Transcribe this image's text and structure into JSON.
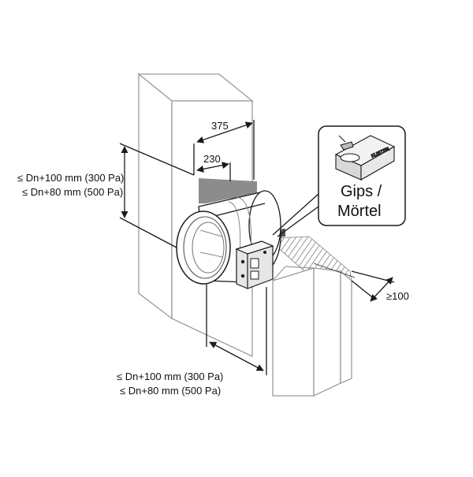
{
  "dimensions": {
    "top_outer": "375",
    "top_inner": "230",
    "left_line1": "≤ Dn+100 mm (300 Pa)",
    "left_line2": "≤ Dn+80 mm (500 Pa)",
    "bottom_line1": "≤ Dn+100 mm (300 Pa)",
    "bottom_line2": "≤ Dn+80 mm (500 Pa)",
    "right_gap": "≥100"
  },
  "callout": {
    "line1": "Gips /",
    "line2": "Mörtel",
    "bag_label": "KUSTER"
  },
  "colors": {
    "line": "#1a1a1a",
    "wall_outline": "#9a9a9a",
    "wall_fill": "#ffffff",
    "filler": "#8c8c8c",
    "damper_face": "#e6e6e6"
  }
}
